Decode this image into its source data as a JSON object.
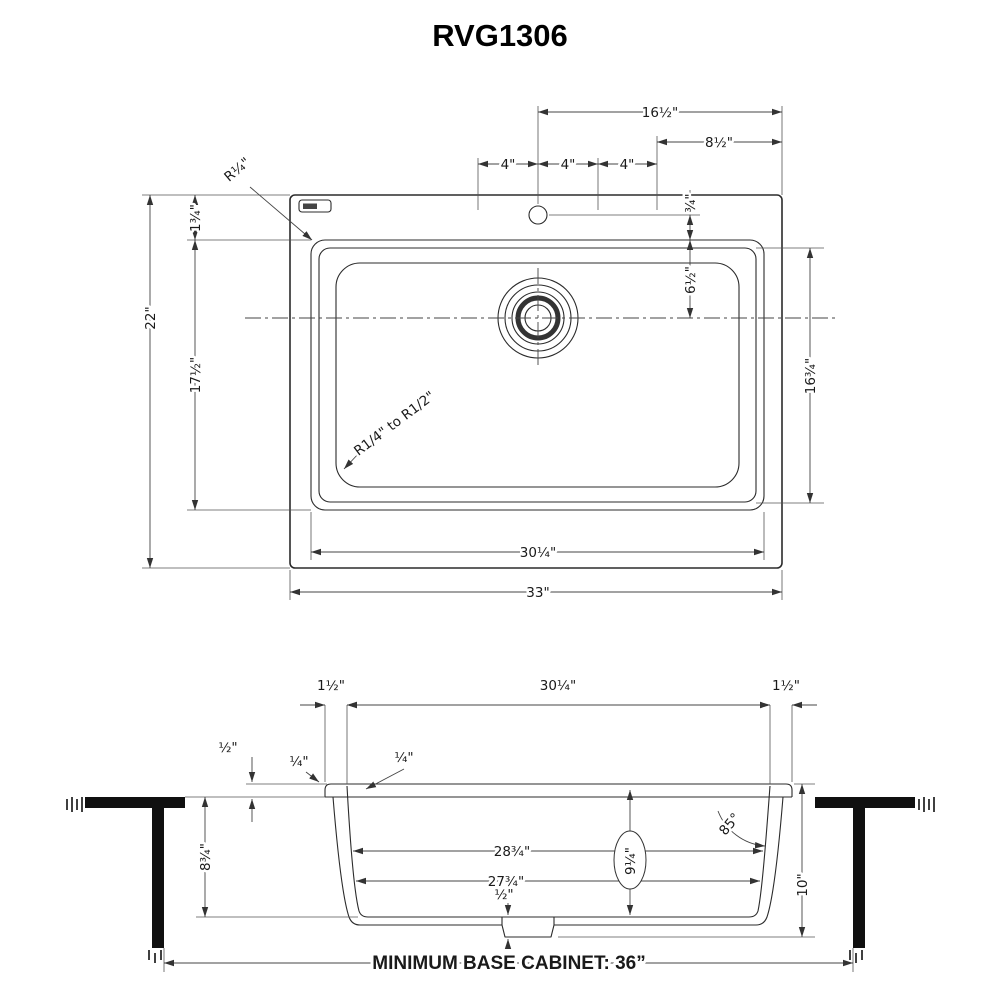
{
  "title": "RVG1306",
  "top_view": {
    "dim_16_half": "16½\"",
    "dim_8_half": "8½\"",
    "dim_4_a": "4\"",
    "dim_4_b": "4\"",
    "dim_4_c": "4\"",
    "dim_3_quarter": "¾\"",
    "dim_1_3quarter": "1¾\"",
    "dim_22": "22\"",
    "dim_17_half": "17½\"",
    "dim_6_half": "6½\"",
    "dim_16_3quarter": "16¾\"",
    "radius_corner": "R¼\"",
    "radius_range": "R1/4\" to R1/2\"",
    "dim_30_quarter": "30¼\"",
    "dim_33": "33\""
  },
  "section_view": {
    "dim_lip_left": "1½\"",
    "dim_30_quarter": "30¼\"",
    "dim_lip_right": "1½\"",
    "dim_half_reveal": "½\"",
    "dim_quarter_a": "¼\"",
    "dim_quarter_b": "¼\"",
    "dim_8_3quarter": "8¾\"",
    "dim_28_3quarter": "28¾\"",
    "dim_27_3quarter": "27¾\"",
    "dim_9_quarter": "9¼\"",
    "dim_angle": "85°",
    "dim_half_bottom": "½\"",
    "dim_10": "10\"",
    "cabinet_note": "MINIMUM BASE CABINET: 36”"
  }
}
